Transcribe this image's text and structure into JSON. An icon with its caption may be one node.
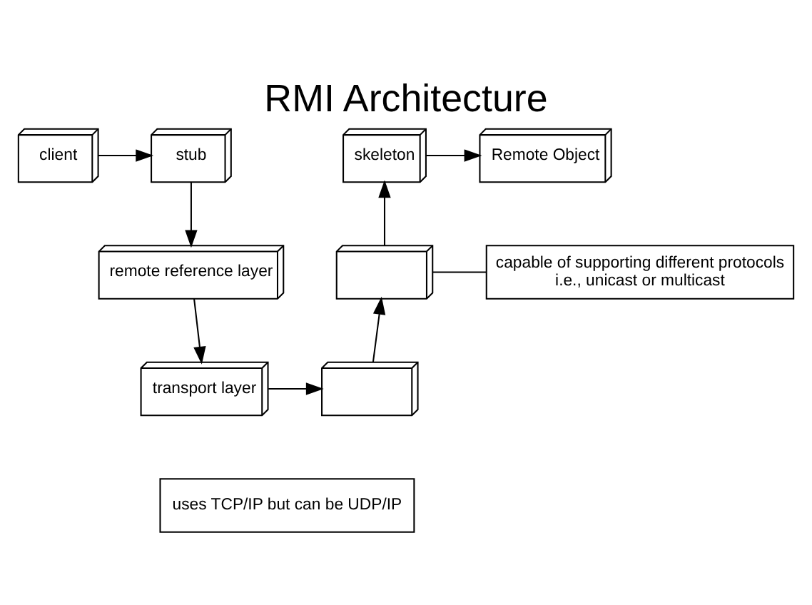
{
  "diagram": {
    "title": "RMI Architecture",
    "nodes": [
      {
        "text": [
          "client"
        ]
      },
      {
        "text": [
          "stub"
        ]
      },
      {
        "text": [
          "remote reference layer"
        ]
      },
      {
        "text": [
          "transport layer"
        ]
      },
      {
        "text": [],
        "shape": "box"
      },
      {
        "text": [],
        "shape": "box"
      },
      {
        "text": [
          "skeleton"
        ]
      },
      {
        "text": [
          "Remote Object"
        ]
      },
      {
        "text": [
          "capable of supporting different protocols",
          "i.e., unicast or multicast"
        ]
      },
      {
        "text": [
          "uses TCP/IP but can be UDP/IP"
        ]
      }
    ],
    "edges": [
      {
        "from": 0,
        "to": 1,
        "arrow": "to"
      },
      {
        "from": 1,
        "to": 2,
        "arrow": "to"
      },
      {
        "from": 2,
        "to": 3,
        "arrow": "to"
      },
      {
        "from": 3,
        "to": 5,
        "arrow": "to"
      },
      {
        "from": 5,
        "to": 4,
        "arrow": "to"
      },
      {
        "from": 4,
        "to": 6,
        "arrow": "to"
      },
      {
        "from": 6,
        "to": 7,
        "arrow": "to"
      },
      {
        "from": 4,
        "to": 8,
        "arrow": "none"
      }
    ]
  }
}
